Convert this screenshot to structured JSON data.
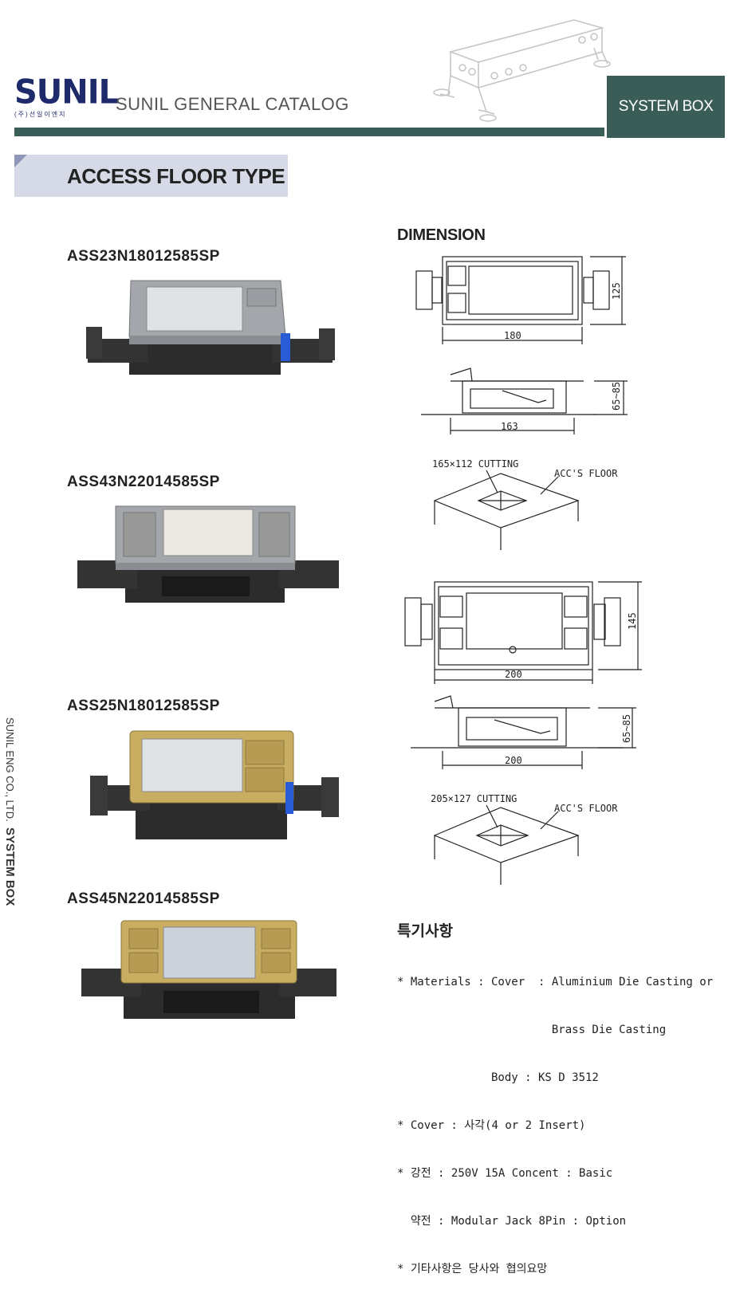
{
  "header": {
    "logo_text": "SUNIL",
    "logo_subtext": "(주)선일이엔지",
    "catalog_title": "SUNIL GENERAL CATALOG",
    "badge": "SYSTEM BOX"
  },
  "section_title": "ACCESS FLOOR TYPE",
  "side_text": {
    "company": "SUNIL ENG CO., LTD.",
    "category": "SYSTEM BOX"
  },
  "models": [
    {
      "code": "ASS23N18012585SP",
      "finish": "silver"
    },
    {
      "code": "ASS43N22014585SP",
      "finish": "silver"
    },
    {
      "code": "ASS25N18012585SP",
      "finish": "brass"
    },
    {
      "code": "ASS45N22014585SP",
      "finish": "brass"
    }
  ],
  "dimension": {
    "title": "DIMENSION",
    "set1": {
      "width": "180",
      "height": "125",
      "depth_width": "163",
      "depth": "65~85",
      "cutting": "165×112 CUTTING",
      "floor": "ACC'S FLOOR"
    },
    "set2": {
      "width": "200",
      "height": "145",
      "depth_width": "200",
      "depth": "65~85",
      "cutting": "205×127 CUTTING",
      "floor": "ACC'S FLOOR"
    }
  },
  "notes": {
    "title": "특기사항",
    "lines": [
      "* Materials : Cover  : Aluminium Die Casting or",
      "                       Brass Die Casting",
      "              Body : KS D 3512",
      "* Cover : 사각(4 or 2 Insert)",
      "* 강전 : 250V 15A Concent : Basic",
      "  약전 : Modular Jack 8Pin : Option",
      "* 기타사항은 당사와 협의요망"
    ]
  },
  "colors": {
    "brand_navy": "#1f2a6b",
    "header_green": "#3b5d58",
    "section_bg": "#d6d9e6",
    "brass": "#c9ae62",
    "silver": "#a3a6aa"
  }
}
